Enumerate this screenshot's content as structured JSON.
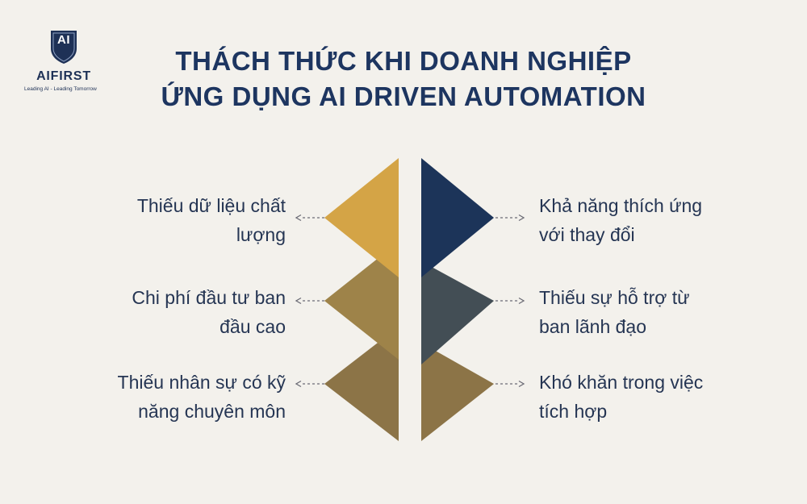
{
  "brand": {
    "monogram": "AI",
    "name": "AIFIRST",
    "tagline": "Leading AI - Leading Tomorrow"
  },
  "title": {
    "line1": "THÁCH THỨC KHI DOANH NGHIỆP",
    "line2": "ỨNG DỤNG AI DRIVEN AUTOMATION"
  },
  "left_items": [
    {
      "line1": "Thiếu dữ liệu chất",
      "line2": "lượng"
    },
    {
      "line1": "Chi phí đầu tư ban",
      "line2": "đầu cao"
    },
    {
      "line1": "Thiếu nhân sự có kỹ",
      "line2": "năng chuyên môn"
    }
  ],
  "right_items": [
    {
      "line1": "Khả năng thích ứng",
      "line2": "với thay đổi"
    },
    {
      "line1": "Thiếu sự hỗ trợ từ",
      "line2": "ban lãnh đạo"
    },
    {
      "line1": "Khó khăn trong việc",
      "line2": "tích hợp"
    }
  ],
  "colors": {
    "background": "#f3f1ec",
    "title": "#1d3560",
    "text": "#253553",
    "left_top": "#d4a446",
    "left_mid": "#9e8349",
    "left_bottom": "#8c7447",
    "right_top": "#1c3459",
    "right_mid": "#434e55",
    "right_bottom": "#8c7447",
    "connector": "#6b6b75"
  }
}
